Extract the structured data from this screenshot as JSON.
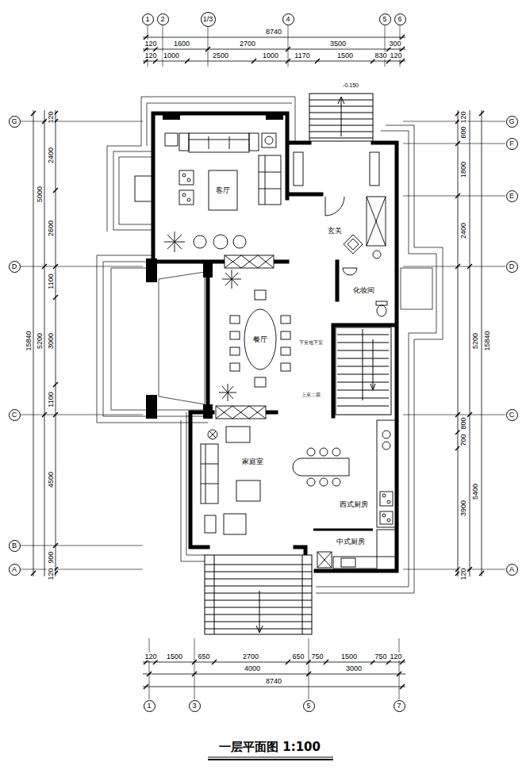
{
  "diagram": {
    "title": "一层平面图 1:100",
    "nodes": [
      {
        "text": [
          "1"
        ]
      },
      {
        "text": [
          "2"
        ]
      },
      {
        "text": [
          "1/3"
        ]
      },
      {
        "text": [
          "4"
        ]
      },
      {
        "text": [
          "5"
        ]
      },
      {
        "text": [
          "6"
        ]
      },
      {
        "text": [
          "G"
        ]
      },
      {
        "text": [
          "D"
        ]
      },
      {
        "text": [
          "C"
        ]
      },
      {
        "text": [
          "B"
        ]
      },
      {
        "text": [
          "A"
        ]
      },
      {
        "text": [
          "客厅"
        ]
      },
      {
        "text": [
          "玄关"
        ]
      },
      {
        "text": [
          "化妆间"
        ]
      },
      {
        "text": [
          "餐厅"
        ]
      },
      {
        "text": [
          "家庭室"
        ]
      },
      {
        "text": [
          "西式厨房"
        ]
      },
      {
        "text": [
          "中式厨房"
        ]
      },
      {
        "text": [
          "G"
        ]
      },
      {
        "text": [
          "F"
        ]
      },
      {
        "text": [
          "E"
        ]
      },
      {
        "text": [
          "D"
        ]
      },
      {
        "text": [
          "C"
        ]
      },
      {
        "text": [
          "A"
        ]
      },
      {
        "text": [
          "1"
        ]
      },
      {
        "text": [
          "3"
        ]
      },
      {
        "text": [
          "5"
        ]
      },
      {
        "text": [
          "7"
        ]
      }
    ],
    "labels": [
      "8740",
      "120",
      "1600",
      "2700",
      "3500",
      "300",
      "120",
      "1000",
      "2500",
      "1000",
      "1170",
      "1500",
      "830",
      "120",
      "15840",
      "5000",
      "5200",
      "120",
      "2400",
      "2600",
      "1100",
      "3000",
      "1100",
      "4500",
      "900",
      "120",
      "120",
      "600",
      "1800",
      "2400",
      "5200",
      "800",
      "700",
      "5400",
      "3900",
      "120",
      "15840",
      "120",
      "1500",
      "650",
      "2700",
      "650",
      "750",
      "1500",
      "750",
      "120",
      "4000",
      "3000",
      "8740",
      "-0.150",
      "下至地下室",
      "上至二层"
    ]
  }
}
